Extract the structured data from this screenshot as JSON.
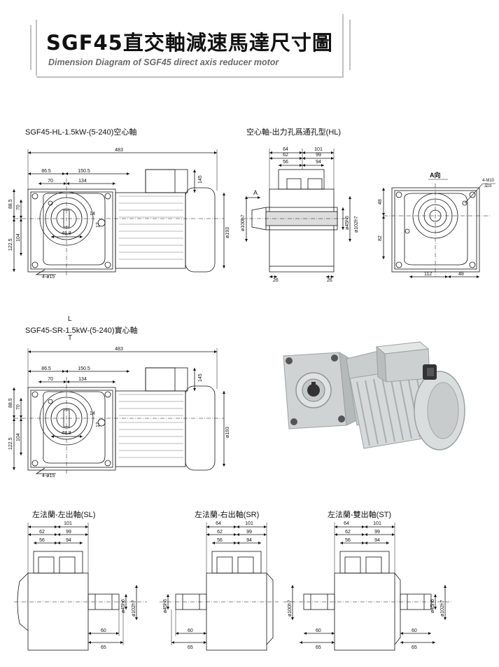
{
  "header": {
    "title": "SGF45直交軸減速馬達尺寸圖",
    "subtitle": "Dimension Diagram of SGF45 direct axis reducer motor"
  },
  "sections": {
    "hollow_model": "SGF45-HL-1.5kW-(5-240)空心軸",
    "hollow_output": "空心軸-出力孔爲通孔型(HL)",
    "view_a": "A向",
    "arrow_a": "A",
    "solid_model_prefix": "SGF45-S",
    "solid_model_letter": "R",
    "solid_model_suffix": "-1.5kW-(5-240)實心軸",
    "solid_upper": "L",
    "solid_lower": "T",
    "sl": "左法蘭-左出軸(SL)",
    "sr": "左法蘭-右出軸(SR)",
    "st": "左法蘭-雙出軸(ST)"
  },
  "dims": {
    "overall": "483",
    "d86_5": "86.5",
    "d150_5": "150.5",
    "d70": "70",
    "d134": "134",
    "d145": "145",
    "d88_5": "88.5",
    "d122_5": "122.5",
    "d104": "104",
    "d14": "14",
    "d17": "17",
    "d48_8": "48.8",
    "holes": "4-ø15",
    "dia193": "ø193",
    "d64": "64",
    "d101": "101",
    "d62": "62",
    "d99": "99",
    "d56": "56",
    "d94": "94",
    "dia100h7": "ø100h7",
    "dia45h6": "ø45h6",
    "dia102h7": "ø102h7",
    "d26": "26",
    "m10": "4-M10",
    "m10_depth": "深20",
    "d48": "48",
    "d82": "82",
    "d112": "112",
    "d60": "60",
    "d65": "65"
  }
}
